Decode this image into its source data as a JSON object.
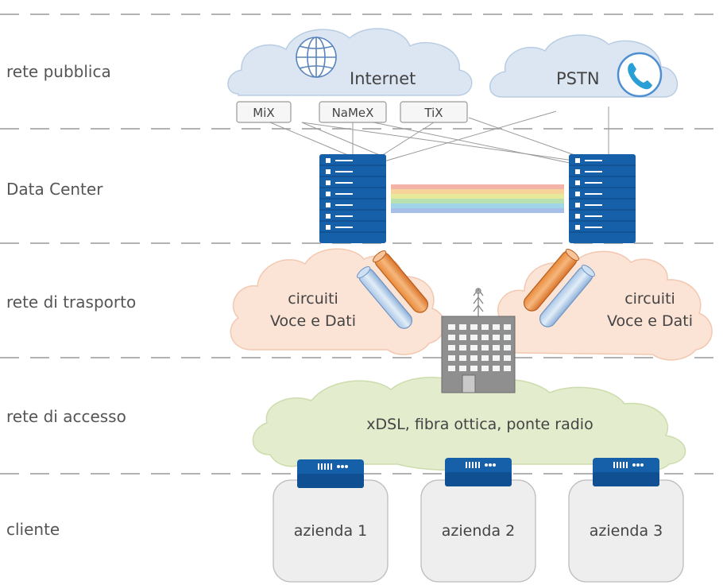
{
  "layers": [
    {
      "label": "rete pubblica"
    },
    {
      "label": "Data Center"
    },
    {
      "label": "rete di trasporto"
    },
    {
      "label": "rete di accesso"
    },
    {
      "label": "cliente"
    }
  ],
  "clouds": {
    "internet": "Internet",
    "pstn": "PSTN",
    "transport_left": {
      "line1": "circuiti",
      "line2": "Voce e Dati"
    },
    "transport_right": {
      "line1": "circuiti",
      "line2": "Voce e Dati"
    },
    "access": "xDSL, fibra ottica, ponte radio"
  },
  "exchanges": [
    "MiX",
    "NaMeX",
    "TiX"
  ],
  "clients": [
    "azienda 1",
    "azienda 2",
    "azienda 3"
  ],
  "colors": {
    "server_blue": "#1560a8",
    "internet_cloud": "#dbe6f2",
    "transport_cloud": "#fbe3d6",
    "access_cloud": "#e3eccd",
    "client_box": "#eeeeee",
    "divider": "#999999"
  },
  "icons": {
    "internet": "globe-icon",
    "pstn": "phone-icon",
    "datacenter": "server-rack-icon",
    "building": "building-icon",
    "router": "router-icon"
  }
}
